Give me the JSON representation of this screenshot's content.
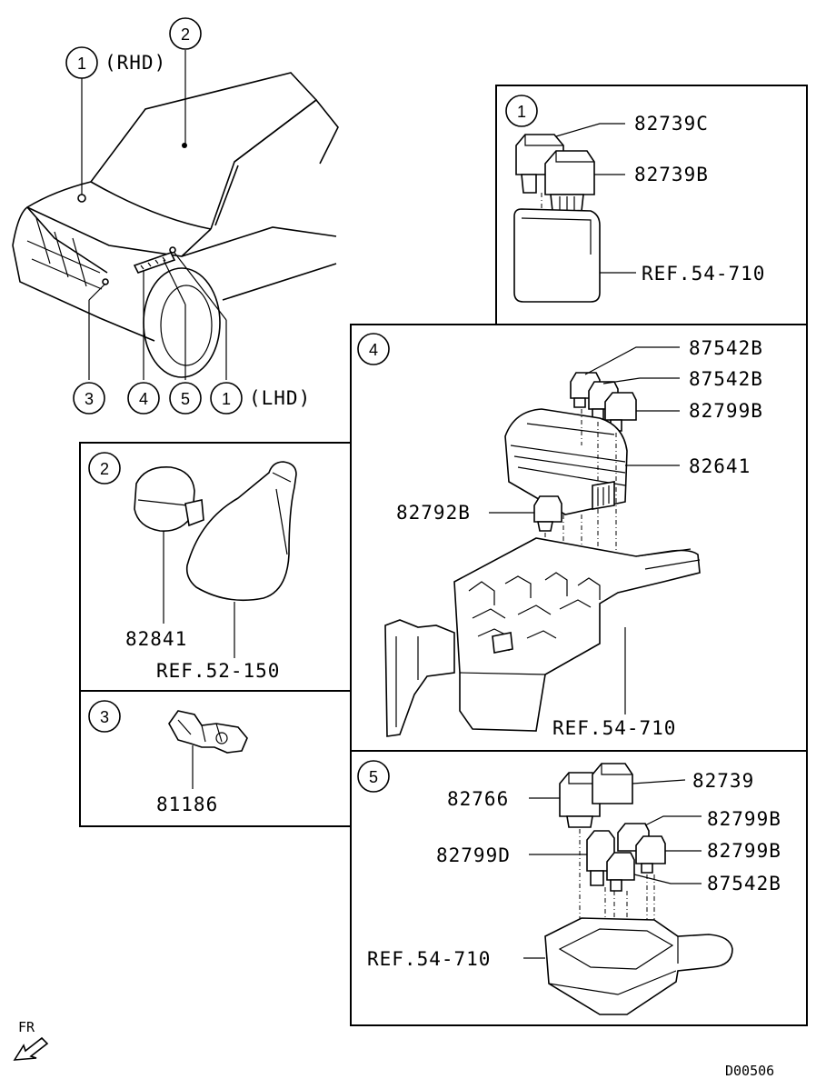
{
  "callouts": {
    "c1_rhd": "1",
    "c1_rhd_note": "(RHD)",
    "c2": "2",
    "c3": "3",
    "c4": "4",
    "c5": "5",
    "c1_lhd": "1",
    "c1_lhd_note": "(LHD)"
  },
  "panel1": {
    "number": "1",
    "labels": [
      "82739C",
      "82739B",
      "REF.54-710"
    ]
  },
  "panel2": {
    "number": "2",
    "labels": [
      "82841",
      "REF.52-150"
    ]
  },
  "panel3": {
    "number": "3",
    "labels": [
      "81186"
    ]
  },
  "panel4": {
    "number": "4",
    "labels": [
      "87542B",
      "87542B",
      "82799B",
      "82641",
      "82792B",
      "REF.54-710"
    ]
  },
  "panel5": {
    "number": "5",
    "labels": [
      "82739",
      "82766",
      "82799B",
      "82799D",
      "82799B",
      "87542B",
      "REF.54-710"
    ]
  },
  "footer": {
    "direction": "FR",
    "diagram_id": "D00506"
  }
}
